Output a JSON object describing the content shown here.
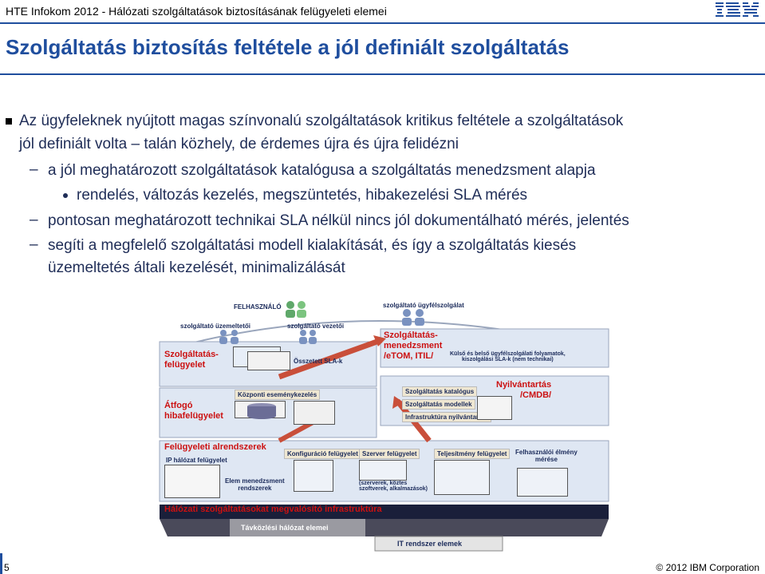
{
  "header": {
    "running_title": "HTE Infokom 2012 - Hálózati szolgáltatások biztosításának felügyeleti elemei",
    "logo": "IBM"
  },
  "slide": {
    "title": "Szolgáltatás biztosítás feltétele a jól definiált szolgáltatás",
    "bullets": {
      "main_line1": "Az ügyfeleknek nyújtott magas színvonalú szolgáltatások kritikus feltétele a szolgáltatások",
      "main_line2": "jól definiált volta – talán közhely, de érdemes újra és újra felidézni",
      "sub1": "a jól meghatározott szolgáltatások katalógusa a szolgáltatás menedzsment alapja",
      "subsub1": "rendelés, változás kezelés, megszüntetés, hibakezelési SLA mérés",
      "sub2": "pontosan meghatározott technikai SLA nélkül nincs jól dokumentálható mérés, jelentés",
      "sub3_line1": "segíti a megfelelő szolgáltatási modell kialakítását, és így a szolgáltatás kiesés",
      "sub3_line2": "üzemeltetés általi kezelését, minimalizálását"
    }
  },
  "diagram": {
    "felhasznalo": "FELHASZNÁLÓ",
    "ugyfelszolgalat": "szolgáltató ügyfélszolgálat",
    "uzemelteto": "szolgáltató üzemeltetői",
    "vezetoi": "szolgáltató vezetői",
    "szolg_felugyelet": "Szolgáltatás-\nfelügyelet",
    "osszetett_sla": "Összetett SLA-k",
    "szolg_menedzsment": "Szolgáltatás-\nmenedzsment\n/eTOM, ITIL/",
    "kulso_belso": "Külső és belső ügyfélszolgálati folyamatok,\nkiszolgálási SLA-k (nem technikai)",
    "nyilvantartas": "Nyilvántartás\n/CMDB/",
    "atfogo": "Átfogó\nhibafelügyelet",
    "kozponti": "Központi eseménykezelés",
    "szolg_katalogus": "Szolgáltatás katalógus",
    "szolg_modellek": "Szolgáltatás modellek",
    "infra_nyilv": "Infrastruktúra nyilvántartás",
    "felugyeleti_alrendszerek": "Felügyeleti alrendszerek",
    "ip_halozat": "IP hálózat felügyelet",
    "konfiguracio": "Konfiguráció felügyelet",
    "szerver": "Szerver felügyelet",
    "teljesitmeny": "Teljesítmény felügyelet",
    "felhasznaloi_elmeny": "Felhasználói élmény\nmérése",
    "elem_menedzsment": "Elem menedzsment\nrendszerek",
    "szerver_note": "(szerverek, köztes\nszoftverek, alkalmazások)",
    "infrastruktura": "Hálózati szolgáltatásokat megvalósító infrastruktúra",
    "tavkozlesi": "Távközlési hálózat elemei",
    "it_rendszer": "IT rendszer elemek",
    "colors": {
      "red": "#cc1111",
      "navy": "#1a2a5a",
      "panel_blue": "#dfe7f3",
      "dark_bar": "#1a1f3a"
    }
  },
  "footer": {
    "page_number": "5",
    "copyright": "© 2012 IBM Corporation"
  }
}
